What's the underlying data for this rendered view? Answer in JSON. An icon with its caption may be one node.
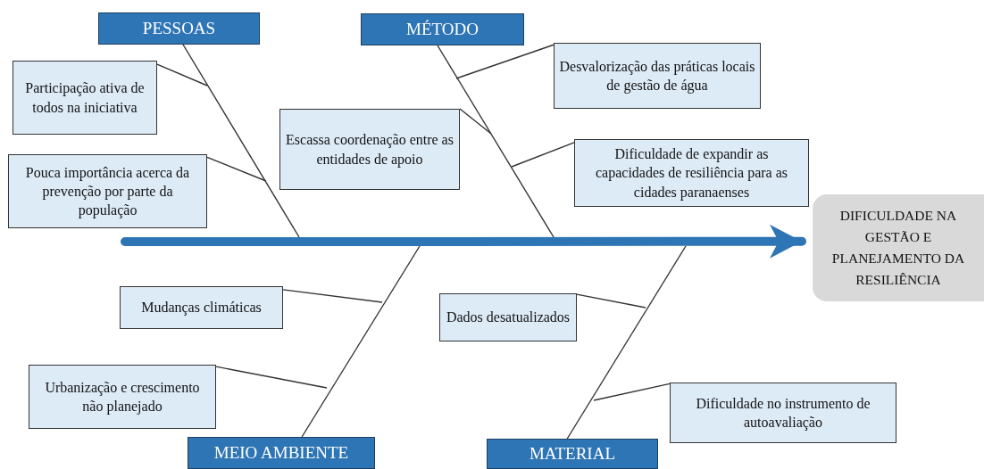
{
  "diagram": {
    "nodes": [
      {
        "text": [
          "PESSOAS"
        ]
      },
      {
        "text": [
          "MÉTODO"
        ]
      },
      {
        "text": [
          "Participação ativa de todos na iniciativa"
        ]
      },
      {
        "text": [
          "Desvalorização das práticas locais de gestão de água"
        ]
      },
      {
        "text": [
          "Escassa coordenação entre as entidades de apoio"
        ]
      },
      {
        "text": [
          "Pouca importância acerca da prevenção por parte da população"
        ]
      },
      {
        "text": [
          "Dificuldade de expandir as capacidades de resiliência para as cidades paranaenses"
        ]
      },
      {
        "text": [
          "DIFICULDADE NA GESTÃO E PLANEJAMENTO DA RESILIÊNCIA"
        ]
      },
      {
        "text": [
          "Mudanças climáticas"
        ]
      },
      {
        "text": [
          "Dados desatualizados"
        ]
      },
      {
        "text": [
          "Urbanização e crescimento não planejado"
        ]
      },
      {
        "text": [
          "Dificuldade no instrumento de autoavaliação"
        ]
      },
      {
        "text": [
          "MEIO AMBIENTE"
        ]
      },
      {
        "text": [
          "MATERIAL"
        ]
      }
    ],
    "edges": [
      {
        "from": null,
        "to": 7,
        "arrow": "to",
        "style": "thick",
        "color": "#2e75b6"
      },
      {
        "from": 0,
        "to": null,
        "arrow": "none"
      },
      {
        "from": 1,
        "to": null,
        "arrow": "none"
      },
      {
        "from": 12,
        "to": null,
        "arrow": "none"
      },
      {
        "from": 13,
        "to": null,
        "arrow": "none"
      },
      {
        "from": 2,
        "to": null,
        "arrow": "none"
      },
      {
        "from": 5,
        "to": null,
        "arrow": "none"
      },
      {
        "from": 4,
        "to": null,
        "arrow": "none"
      },
      {
        "from": 3,
        "to": null,
        "arrow": "none"
      },
      {
        "from": 6,
        "to": null,
        "arrow": "none"
      },
      {
        "from": 8,
        "to": null,
        "arrow": "none"
      },
      {
        "from": 10,
        "to": null,
        "arrow": "none"
      },
      {
        "from": 9,
        "to": null,
        "arrow": "none"
      },
      {
        "from": 11,
        "to": null,
        "arrow": "none"
      }
    ]
  }
}
